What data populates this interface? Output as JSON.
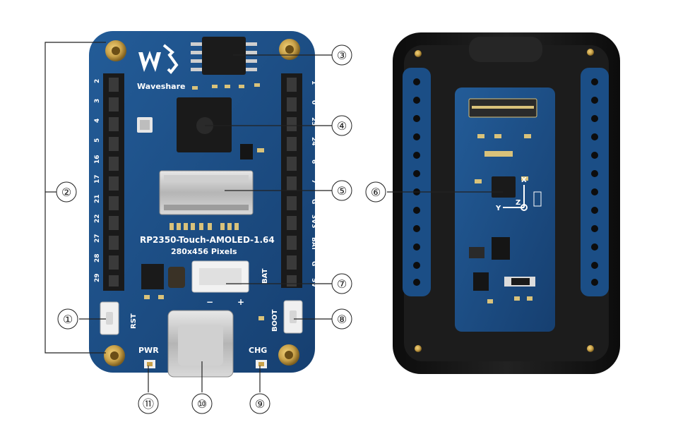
{
  "front_board": {
    "brand": "Waveshare",
    "model": "RP2350-Touch-AMOLED-1.64",
    "resolution": "280x456 Pixels",
    "left_header_pins": [
      "2",
      "3",
      "4",
      "5",
      "16",
      "17",
      "21",
      "22",
      "27",
      "28",
      "29"
    ],
    "right_header_pins": [
      "1",
      "0",
      "25",
      "24",
      "6",
      "7",
      "G",
      "3V3",
      "BAT",
      "G",
      "5V"
    ],
    "labels": {
      "rst": "RST",
      "boot": "BOOT",
      "bat": "BAT",
      "pwr": "PWR",
      "chg": "CHG",
      "minus": "−",
      "plus": "+"
    }
  },
  "back_board": {
    "axes": {
      "x": "X",
      "y": "Y",
      "z": "Z"
    }
  },
  "callouts": [
    {
      "id": "c1",
      "label": "①"
    },
    {
      "id": "c2",
      "label": "②"
    },
    {
      "id": "c3",
      "label": "③"
    },
    {
      "id": "c4",
      "label": "④"
    },
    {
      "id": "c5",
      "label": "⑤"
    },
    {
      "id": "c6",
      "label": "⑥"
    },
    {
      "id": "c7",
      "label": "⑦"
    },
    {
      "id": "c8",
      "label": "⑧"
    },
    {
      "id": "c9",
      "label": "⑨"
    },
    {
      "id": "c10",
      "label": "⑩"
    },
    {
      "id": "c11",
      "label": "⑪"
    }
  ],
  "colors": {
    "pcb": "#1b4e86",
    "pcb_dark": "#123b6b",
    "header": "#1a1a1a",
    "gold": "#c9a24a",
    "case": "#161616",
    "line": "#222222"
  }
}
